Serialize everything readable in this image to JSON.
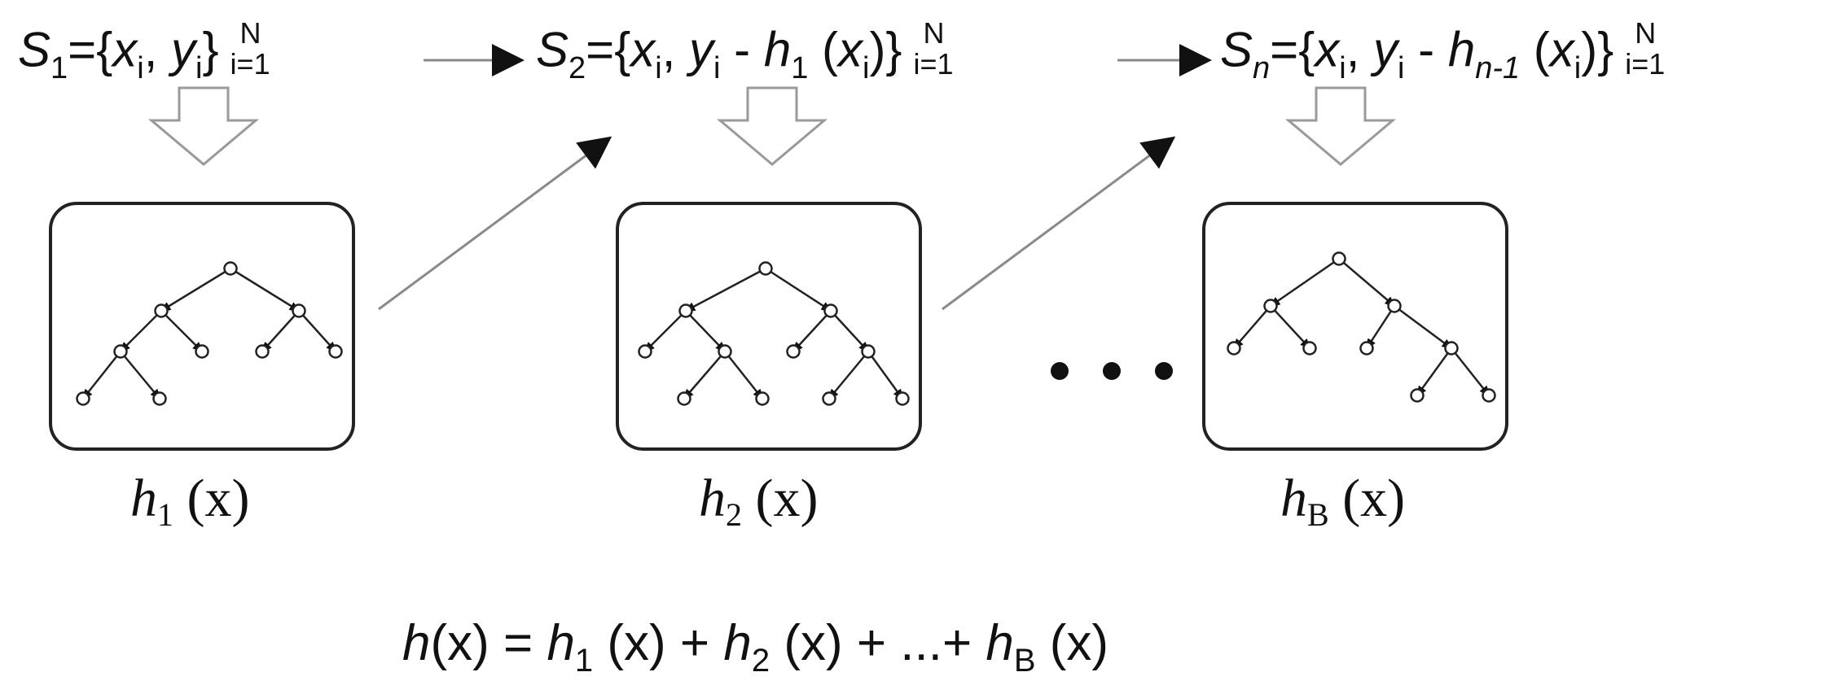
{
  "datasets": [
    {
      "S": "S",
      "S_sub": "1",
      "eq": "={",
      "x": "x",
      "x_sub": "i",
      "comma": ", ",
      "y": "y",
      "y_sub": "i",
      "close": "}",
      "lim_top": "N",
      "lim_bot": "i=1"
    },
    {
      "S": "S",
      "S_sub": "2",
      "eq": "={",
      "x": "x",
      "x_sub": "i",
      "comma": ", ",
      "y": "y",
      "y_sub": "i",
      "minus": " - ",
      "h": "h",
      "h_sub": "1",
      "open": " (",
      "x2": "x",
      "x2_sub": "i",
      "close": ")}",
      "lim_top": "N",
      "lim_bot": "i=1"
    },
    {
      "S": "S",
      "S_sub": "n",
      "eq": "={",
      "x": "x",
      "x_sub": "i",
      "comma": ", ",
      "y": "y",
      "y_sub": "i",
      "minus": " - ",
      "h": "h",
      "h_sub": "n-1",
      "open": " (",
      "x2": "x",
      "x2_sub": "i",
      "close": ")}",
      "lim_top": "N",
      "lim_bot": "i=1"
    }
  ],
  "learners": [
    {
      "h": "h",
      "sub": "1",
      "arg": " (x)"
    },
    {
      "h": "h",
      "sub": "2",
      "arg": " (x)"
    },
    {
      "h": "h",
      "sub": "B",
      "arg": " (x)"
    }
  ],
  "formula": {
    "h": "h",
    "hx": "(x) = ",
    "t1_h": "h",
    "t1_sub": "1",
    "t1_arg": " (x) + ",
    "t2_h": "h",
    "t2_sub": "2",
    "t2_arg": " (x) + ...+ ",
    "t3_h": "h",
    "t3_sub": "B",
    "t3_arg": " (x)"
  },
  "colors": {
    "line": "#222222",
    "arrow_thin": "#8a8a8a",
    "hollow_arrow": "#9a9a9a"
  }
}
